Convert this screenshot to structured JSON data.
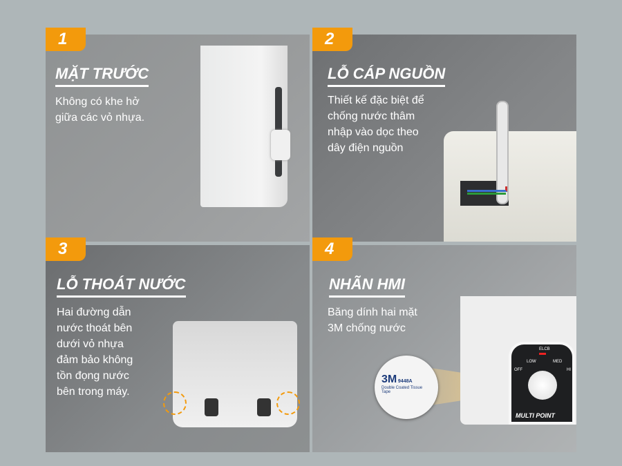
{
  "panels": [
    {
      "number": "1",
      "title": "MẶT TRƯỚC",
      "description": "Không có khe hở\ngiữa các vỏ nhựa."
    },
    {
      "number": "2",
      "title": "LỖ CÁP NGUỒN",
      "description": "Thiết kế đặc biệt để\nchống nước thâm\nnhập vào dọc theo\ndây điện nguồn"
    },
    {
      "number": "3",
      "title": "LỖ THOÁT NƯỚC",
      "description": "Hai đường dẫn\nnước thoát bên\ndưới vỏ nhựa\nđảm bảo không\ntồn đọng nước\nbên trong máy."
    },
    {
      "number": "4",
      "title": "NHÃN HMI",
      "description": "Băng dính hai mặt\n3M chống nước"
    }
  ],
  "hmi": {
    "elcb": "ELCB",
    "off": "OFF",
    "low": "LOW",
    "med": "MED",
    "hi": "HI",
    "brand": "MULTI POINT"
  },
  "sticker": {
    "logo": "3M",
    "code": "9448A",
    "text": "Double Coated Tissue Tape"
  },
  "colors": {
    "accent": "#f39a0c",
    "background": "#aeb6b8"
  }
}
